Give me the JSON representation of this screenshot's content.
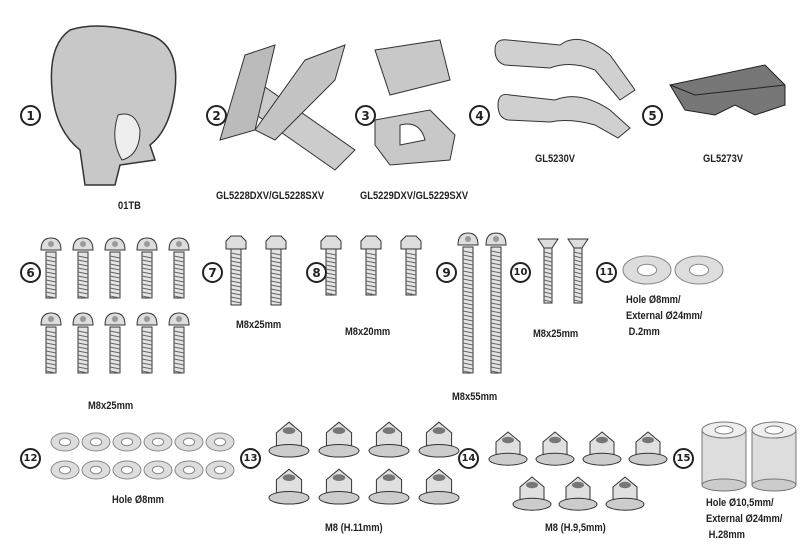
{
  "items": [
    {
      "number": "1",
      "label": "01TB"
    },
    {
      "number": "2",
      "label": "GL5228DXV/GL5228SXV"
    },
    {
      "number": "3",
      "label": "GL5229DXV/GL5229SXV"
    },
    {
      "number": "4",
      "label": "GL5230V"
    },
    {
      "number": "5",
      "label": "GL5273V"
    },
    {
      "number": "6",
      "label": "M8x25mm"
    },
    {
      "number": "7",
      "label": "M8x25mm"
    },
    {
      "number": "8",
      "label": "M8x20mm"
    },
    {
      "number": "9",
      "label": "M8x55mm"
    },
    {
      "number": "10",
      "label": "M8x25mm"
    },
    {
      "number": "11",
      "label_lines": [
        "Hole Ø8mm/",
        "External Ø24mm/",
        " D.2mm"
      ]
    },
    {
      "number": "12",
      "label": "Hole Ø8mm"
    },
    {
      "number": "13",
      "label": "M8 (H.11mm)"
    },
    {
      "number": "14",
      "label": "M8 (H.9,5mm)"
    },
    {
      "number": "15",
      "label_lines": [
        "Hole Ø10,5mm/",
        "External Ø24mm/",
        " H.28mm"
      ]
    }
  ],
  "colors": {
    "part_fill": "#c8c8c8",
    "part_stroke": "#333333",
    "text": "#222222"
  }
}
